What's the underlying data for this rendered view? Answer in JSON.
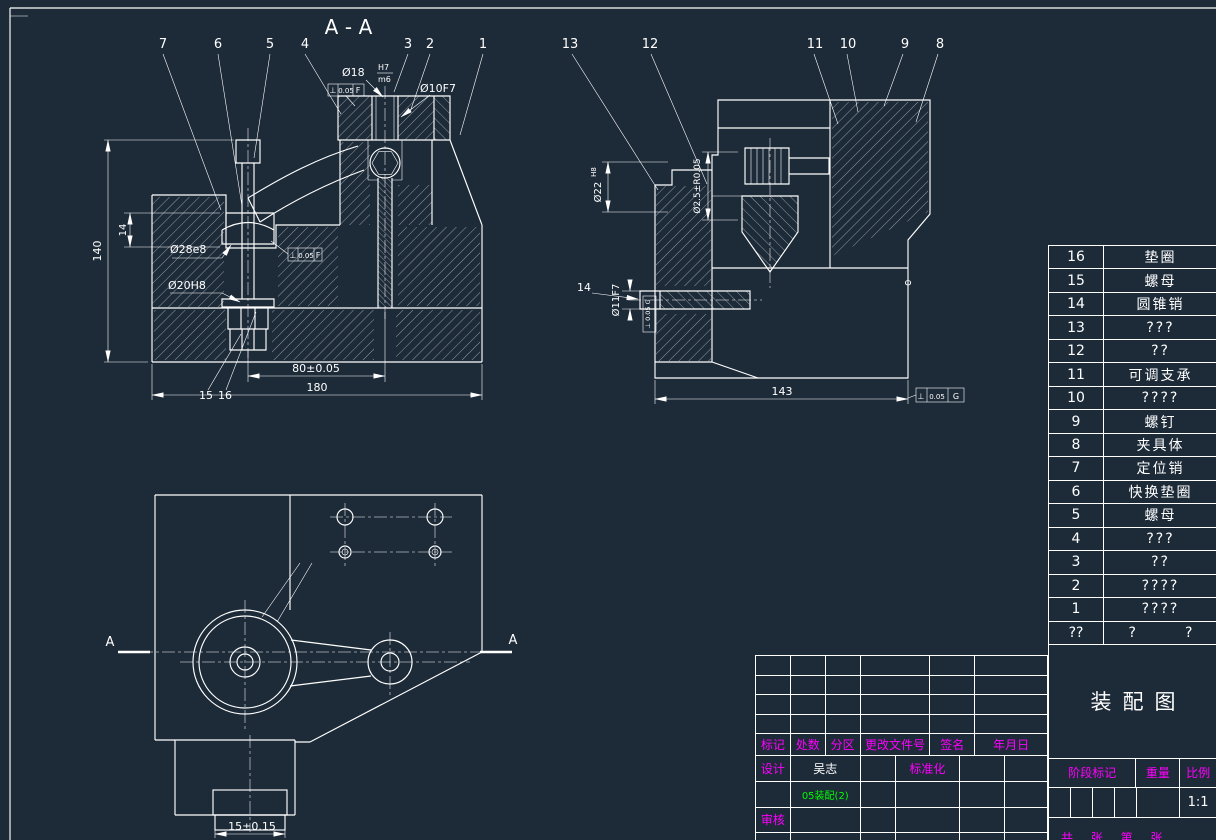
{
  "colors": {
    "background": "#1d2a38",
    "line": "#ffffff",
    "magenta": "#ff00ff",
    "green": "#00ff00"
  },
  "left_view": {
    "section_label": "A-A",
    "balloons": [
      "7",
      "6",
      "5",
      "4",
      "3",
      "2",
      "1"
    ],
    "dims": {
      "d18": "Ø18",
      "d18_fit_top": "H7",
      "d18_fit_bot": "m6",
      "d10": "Ø10F7",
      "h140": "140",
      "h14": "14",
      "d28": "Ø28e8",
      "d20": "Ø20H8",
      "w80": "80±0.05",
      "w180": "180",
      "n15": "15",
      "n16": "16"
    },
    "tol_top": {
      "sym": "⊥",
      "val": "0.05",
      "datum": "F"
    },
    "tol_mid": {
      "sym": "⊥",
      "val": "0.05",
      "datum": "F"
    }
  },
  "right_view": {
    "balloons": [
      "13",
      "12",
      "11",
      "10",
      "9",
      "8"
    ],
    "dims": {
      "d22": "Ø22",
      "d22_fit": "H8",
      "d25": "Ø2.5±R0.05",
      "n14": "14",
      "d11": "Ø11F7",
      "w143": "143",
      "phi": "Φ"
    },
    "tol_side": "⊥ 0.05 G",
    "tol_right": {
      "sym": "⊥",
      "val": "0.05",
      "datum": "G"
    }
  },
  "plan_view": {
    "arrow_left": "A",
    "arrow_right": "A",
    "dim_15": "15±0.15"
  },
  "parts_list": {
    "header": {
      "no": "??",
      "col1": "?",
      "col2": "?"
    },
    "rows": [
      {
        "no": "16",
        "name": "垫圈"
      },
      {
        "no": "15",
        "name": "螺母"
      },
      {
        "no": "14",
        "name": "圆锥销"
      },
      {
        "no": "13",
        "name": "???"
      },
      {
        "no": "12",
        "name": "??"
      },
      {
        "no": "11",
        "name": "可调支承"
      },
      {
        "no": "10",
        "name": "????"
      },
      {
        "no": "9",
        "name": "螺钉"
      },
      {
        "no": "8",
        "name": "夹具体"
      },
      {
        "no": "7",
        "name": "定位销"
      },
      {
        "no": "6",
        "name": "快换垫圈"
      },
      {
        "no": "5",
        "name": "螺母"
      },
      {
        "no": "4",
        "name": "???"
      },
      {
        "no": "3",
        "name": "??"
      },
      {
        "no": "2",
        "name": "????"
      },
      {
        "no": "1",
        "name": "????"
      }
    ]
  },
  "title_block": {
    "rev_headers": [
      "标记",
      "处数",
      "分区",
      "更改文件号",
      "签名",
      "年月日"
    ],
    "design_label": "设计",
    "designer": "吴志",
    "standard_label": "标准化",
    "file_note": "05装配(2)",
    "check_label": "审核",
    "stage_label": "阶段标记",
    "weight_label": "重量",
    "scale_label": "比例",
    "scale_value": "1:1",
    "drawing_title": "装配图",
    "sheet_note": "共 张 第 张"
  }
}
